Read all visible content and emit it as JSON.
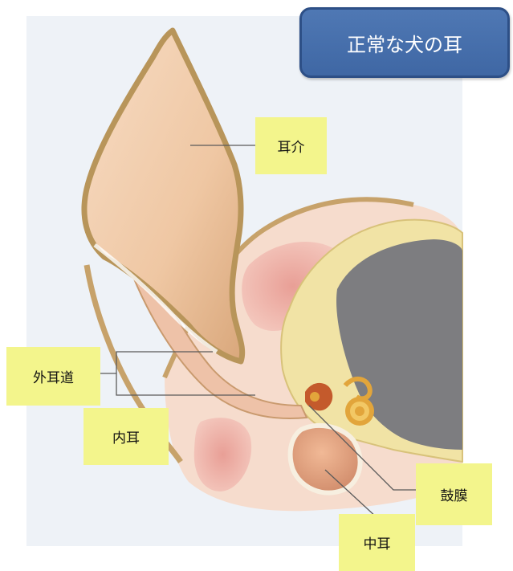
{
  "title": "正常な犬の耳",
  "labels": {
    "pinna": "耳介",
    "ear_canal": "外耳道",
    "inner_ear": "内耳",
    "eardrum": "鼓膜",
    "middle_ear": "中耳"
  },
  "colors": {
    "title_fill": "#4a73b0",
    "label_fill": "#f3f58c",
    "skin": "#f6d9c3",
    "fur_edge": "#b8955a",
    "muscle": "#e08a82",
    "bone": "#f1e3a5",
    "cavity": "#7d7d80",
    "leader_line": "#5a5a5a"
  }
}
